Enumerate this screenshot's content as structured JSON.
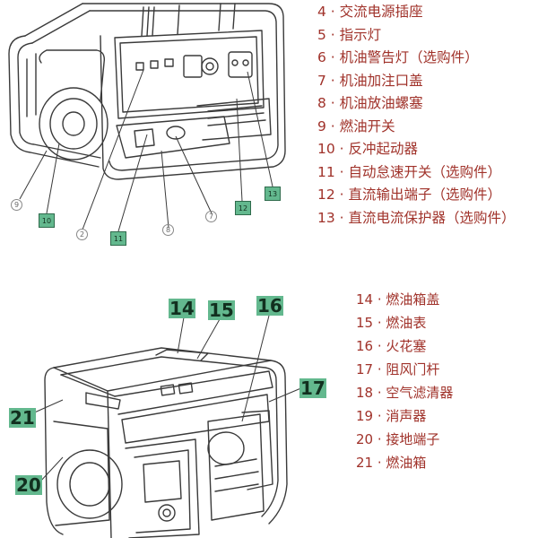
{
  "legend_top": [
    "4 · 交流电源插座",
    "5 · 指示灯",
    "6 · 机油警告灯（选购件）",
    "7 · 机油加注口盖",
    "8 · 机油放油螺塞",
    "9 · 燃油开关",
    "10 · 反冲起动器",
    "11 · 自动怠速开关（选购件）",
    "12 · 直流输出端子（选购件）",
    "13 · 直流电流保护器（选购件）"
  ],
  "legend_bottom": [
    "14 · 燃油箱盖",
    "15 · 燃油表",
    "16 · 火花塞",
    "17 · 阻风门杆",
    "18 · 空气滤清器",
    "19 · 消声器",
    "20 · 接地端子",
    "21 · 燃油箱"
  ],
  "callouts_top": {
    "c9": "9",
    "c10": "10",
    "c2": "2",
    "c11": "11",
    "c8": "8",
    "c7": "7",
    "c12": "12",
    "c13": "13"
  },
  "callouts_bottom": {
    "c14": "14",
    "c15": "15",
    "c16": "16",
    "c17": "17",
    "c21": "21",
    "c20": "20"
  },
  "colors": {
    "legend_text": "#a0322a",
    "callout_fill": "#63b88e",
    "line_art": "#3a3a3a"
  }
}
